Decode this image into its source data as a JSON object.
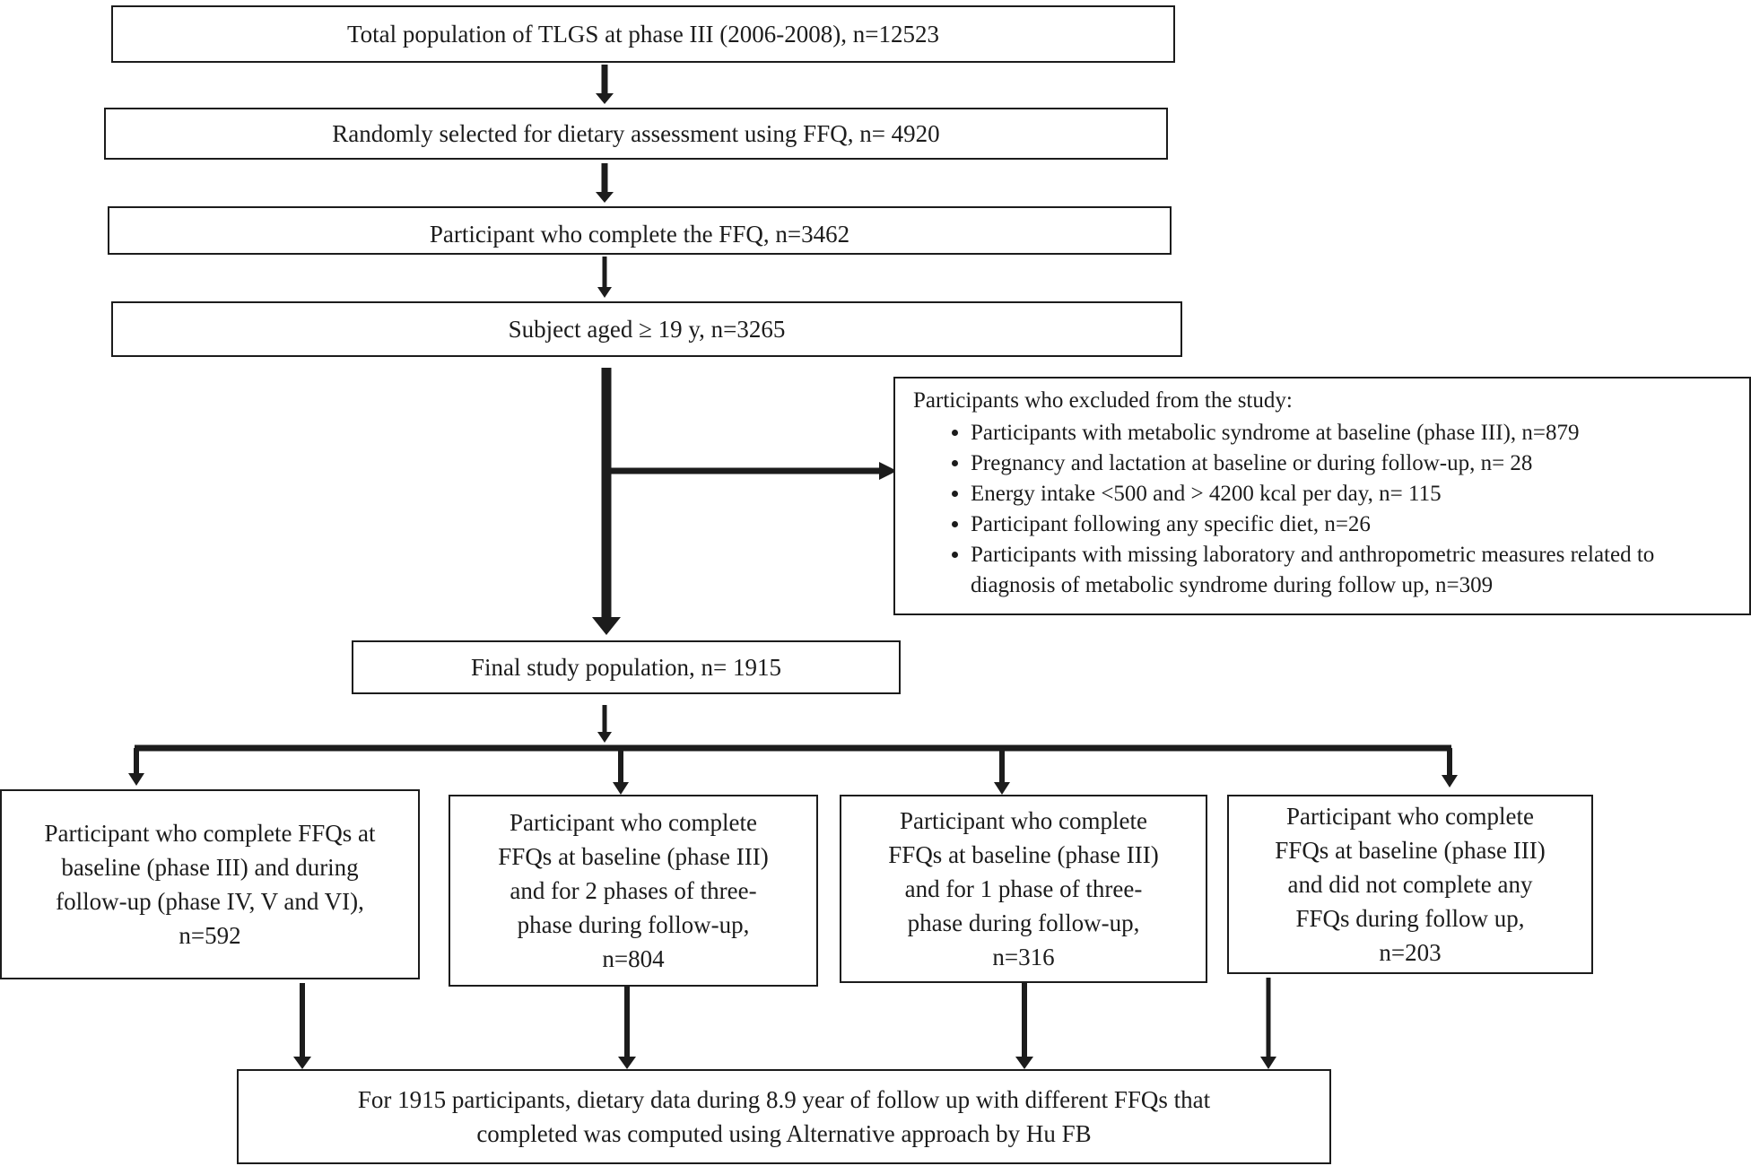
{
  "boxes": {
    "total": "Total population of TLGS at phase III (2006-2008), n=12523",
    "random": "Randomly selected for dietary assessment using FFQ, n= 4920",
    "completed_ffq": "Participant who complete the FFQ, n=3462",
    "aged": "Subject aged ≥ 19 y, n=3265",
    "final": "Final study population, n= 1915"
  },
  "exclusions": {
    "title": "Participants who excluded from the study:",
    "items": [
      "Participants with metabolic syndrome at baseline (phase III), n=879",
      "Pregnancy and lactation at baseline or during follow-up, n= 28",
      "Energy intake <500 and > 4200 kcal per day, n= 115",
      "Participant following any specific diet, n=26",
      "Participants with missing laboratory and anthropometric measures related to diagnosis of metabolic syndrome during follow up, n=309"
    ]
  },
  "groups": [
    {
      "lines": [
        "Participant who complete FFQs at",
        "baseline (phase III) and during",
        "follow-up (phase IV, V and VI),",
        "n=592"
      ]
    },
    {
      "lines": [
        "Participant who complete",
        "FFQs at baseline (phase III)",
        "and for 2 phases of three-",
        "phase during follow-up,",
        "n=804"
      ]
    },
    {
      "lines": [
        "Participant who complete",
        "FFQs at baseline (phase III)",
        "and for 1 phase of three-",
        "phase during follow-up,",
        "n=316"
      ]
    },
    {
      "lines": [
        "Participant who complete",
        "FFQs at baseline (phase III)",
        "and did not complete any",
        "FFQs during follow up,",
        "n=203"
      ]
    }
  ],
  "bottom": {
    "lines": [
      "For 1915 participants, dietary data during 8.9 year of follow up with different FFQs that",
      "completed was computed using Alternative approach by Hu FB"
    ]
  }
}
